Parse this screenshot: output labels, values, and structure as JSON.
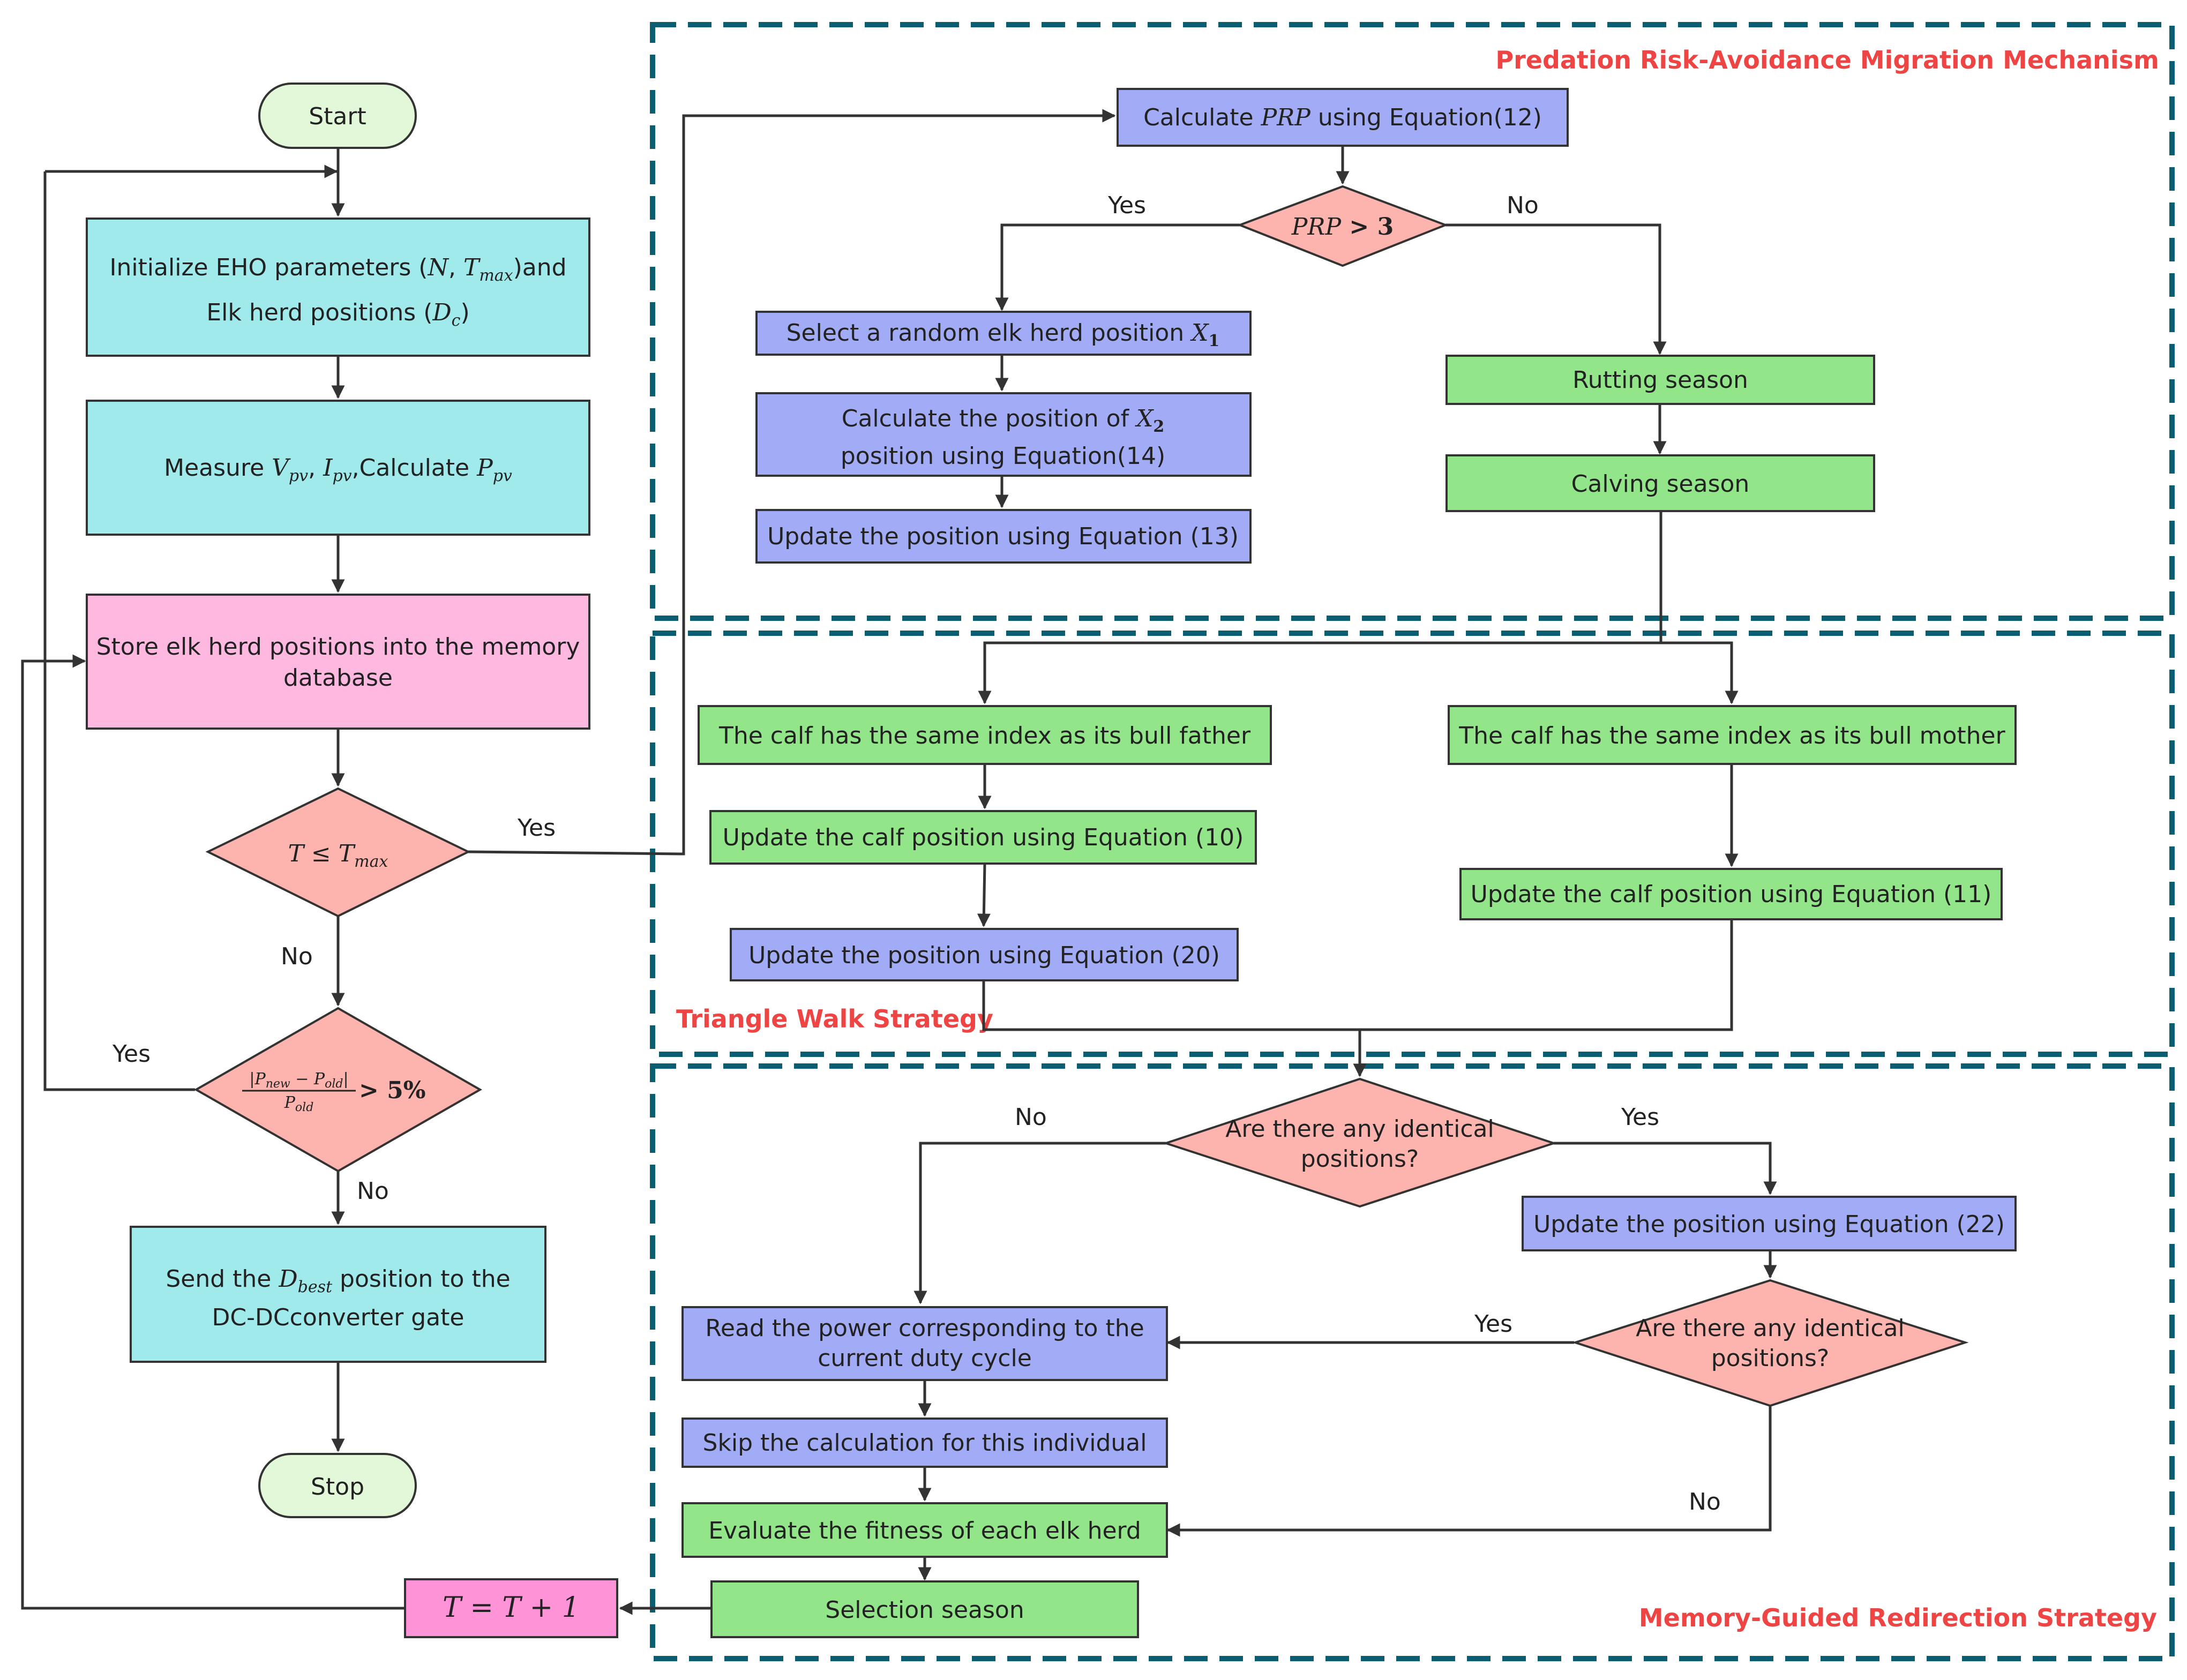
{
  "colors": {
    "cyan": "#a0eaec",
    "blue": "#a2acf6",
    "green": "#93e58a",
    "pink": "#ffb9e1",
    "salmon": "#fdb4ae",
    "magenta": "#fe93d8",
    "terminal": "#e3f7d9",
    "region_border": "#0b5e72",
    "region_title": "#ee4444"
  },
  "regions": {
    "prm": "Predation Risk-Avoidance Migration Mechanism",
    "tws": "Triangle Walk Strategy",
    "mgr": "Memory-Guided Redirection Strategy"
  },
  "nodes": {
    "start": "Start",
    "init_line1_pre": "Initialize EHO parameters (",
    "init_N": "N",
    "init_comma": ", ",
    "init_T": "T",
    "init_Tsub": "max",
    "init_line1_post": ")and",
    "init_line2_pre": "Elk herd positions (",
    "init_D": "D",
    "init_Dsub": "c",
    "init_line2_post": ")",
    "measure_pre": "Measure ",
    "measure_V": "V",
    "measure_Vsub": "pv",
    "measure_comma": ", ",
    "measure_I": "I",
    "measure_Isub": "pv",
    "measure_mid": ",Calculate ",
    "measure_P": "P",
    "measure_Psub": "pv",
    "store_line1": "Store elk herd positions into the memory",
    "store_line2": "database",
    "cond_T_lhs": "T",
    "cond_T_op": " ≤ ",
    "cond_T_rhs": "T",
    "cond_T_sub": "max",
    "cond_P_num": "|P",
    "cond_P_num_sub1": "new",
    "cond_P_num_mid": " − P",
    "cond_P_num_sub2": "old",
    "cond_P_num_end": "|",
    "cond_P_den": "P",
    "cond_P_den_sub": "old",
    "cond_P_rhs": " > 5%",
    "send_line1_pre": "Send the ",
    "send_D": "D",
    "send_Dsub": "best",
    "send_line1_post": " position to the",
    "send_line2": "DC-DCconverter gate",
    "stop": "Stop",
    "increment": "T = T + 1",
    "calc_prp_pre": "Calculate ",
    "calc_prp_var": "PRP",
    "calc_prp_post": " using Equation(12)",
    "prp_cond_var": "PRP",
    "prp_cond_rhs": " > 3",
    "select_x1_pre": "Select a random elk herd position ",
    "select_x1_var": "X",
    "select_x1_sub": "1",
    "calc_x2_line1_pre": "Calculate the position of ",
    "calc_x2_var": "X",
    "calc_x2_sub": "2",
    "calc_x2_line2": "position using Equation(14)",
    "update13": "Update the position using Equation (13)",
    "rutting": "Rutting season",
    "calving": "Calving season",
    "calf_father": "The calf  has the same index as its bull father",
    "calf_mother": "The calf  has the same index as its bull mother",
    "update10": "Update the calf position using Equation (10)",
    "update11": "Update the calf position using Equation (11)",
    "update20": "Update the position using Equation (20)",
    "identical1_line1": "Are there any identical",
    "identical1_line2": "positions?",
    "update22": "Update the position using Equation (22)",
    "identical2_line1": "Are there any identical",
    "identical2_line2": "positions?",
    "read_power_line1": "Read the power corresponding to the",
    "read_power_line2": "current duty cycle",
    "skip": "Skip the calculation for this individual",
    "evaluate": "Evaluate the fitness of each elk herd",
    "selection": "Selection season"
  },
  "edge_labels": {
    "t_yes": "Yes",
    "t_no": "No",
    "p_yes": "Yes",
    "p_no": "No",
    "prp_yes": "Yes",
    "prp_no": "No",
    "id1_no": "No",
    "id1_yes": "Yes",
    "id2_yes": "Yes",
    "id2_no": "No"
  }
}
